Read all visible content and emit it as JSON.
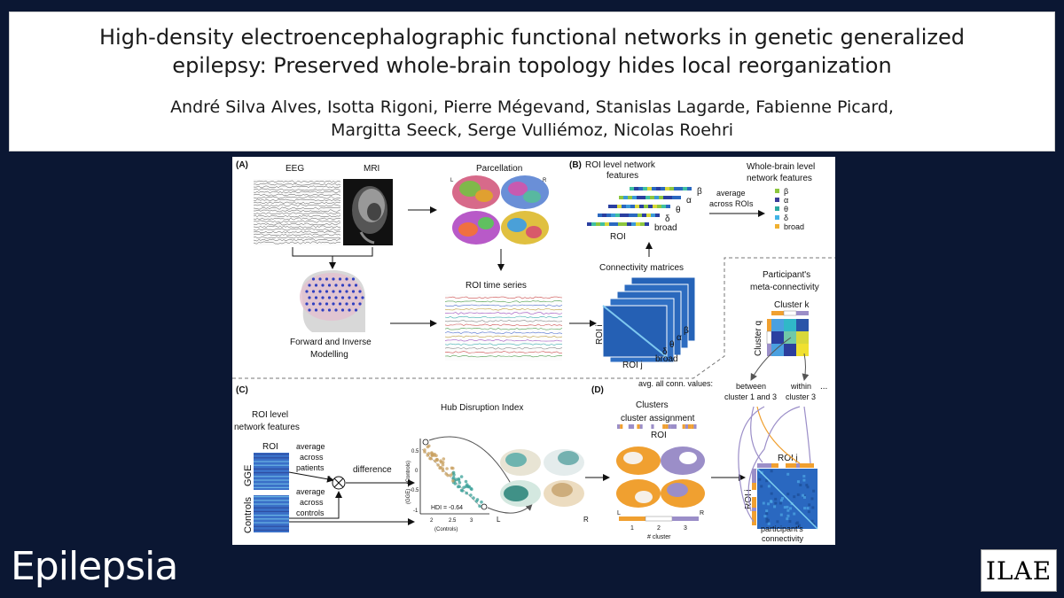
{
  "header": {
    "title_line1": "High-density electroencephalographic functional networks in genetic generalized",
    "title_line2": "epilepsy: Preserved whole-brain topology hides local reorganization",
    "authors_line1": "André Silva Alves, Isotta Rigoni, Pierre Mégevand, Stanislas Lagarde, Fabienne Picard,",
    "authors_line2": "Margitta Seeck, Serge Vulliémoz, Nicolas Roehri"
  },
  "figure": {
    "panel_a": {
      "letter": "(A)",
      "eeg": "EEG",
      "mri": "MRI",
      "parcellation": "Parcellation",
      "roi_time_series": "ROI time series",
      "forward_inverse_1": "Forward and Inverse",
      "forward_inverse_2": "Modelling",
      "hemi_l": "L",
      "hemi_r": "R"
    },
    "panel_b": {
      "letter": "(B)",
      "roi_level_1": "ROI level network",
      "roi_level_2": "features",
      "average_1": "average",
      "average_2": "across ROIs",
      "whole_brain_1": "Whole-brain level",
      "whole_brain_2": "network features",
      "roi": "ROI",
      "bands": [
        "β",
        "α",
        "θ",
        "δ",
        "broad"
      ],
      "connectivity_matrices": "Connectivity matrices",
      "roi_i": "ROI i",
      "roi_j": "ROI j"
    },
    "meta": {
      "title_1": "Participant's",
      "title_2": "meta-connectivity",
      "cluster_k": "Cluster k",
      "cluster_q": "Cluster q",
      "avg_all": "avg. all conn. values:",
      "between_1": "between",
      "between_2": "cluster 1 and 3",
      "within_1": "within",
      "within_2": "cluster 3",
      "ellipsis": "..."
    },
    "panel_c": {
      "letter": "(C)",
      "roi_level_1": "ROI level",
      "roi_level_2": "network features",
      "roi": "ROI",
      "gge": "GGE",
      "controls": "Controls",
      "avg_patients_1": "average",
      "avg_patients_2": "across",
      "avg_patients_3": "patients",
      "avg_controls_1": "average",
      "avg_controls_2": "across",
      "avg_controls_3": "controls",
      "difference": "difference",
      "hdi_title": "Hub Disruption Index",
      "hdi_value": "HDI = -0.64",
      "y_axis": "(GGE) - (Controls)",
      "x_axis": "(Controls)",
      "x_ticks": [
        "2",
        "2.5",
        "3"
      ],
      "y_ticks": [
        "0.5",
        "0",
        "-0.5",
        "-1"
      ],
      "hemi_l": "L",
      "hemi_r": "R"
    },
    "panel_d": {
      "letter": "(D)",
      "clusters": "Clusters",
      "cluster_assignment": "cluster assignment",
      "roi": "ROI",
      "roi_i": "ROI i",
      "roi_j": "ROI j",
      "participant_1": "participant's",
      "participant_2": "connectivity",
      "cluster_ticks": [
        "1",
        "2",
        "3"
      ],
      "cluster_axis": "# cluster",
      "hemi_l": "L",
      "hemi_r": "R"
    }
  },
  "footer": {
    "journal": "Epilepsia",
    "logo": "ILAE"
  },
  "colors": {
    "background": "#0b1733",
    "cluster_orange": "#f0a030",
    "cluster_purple": "#9b8ec8",
    "matrix_blue": "#1f5fb0"
  }
}
